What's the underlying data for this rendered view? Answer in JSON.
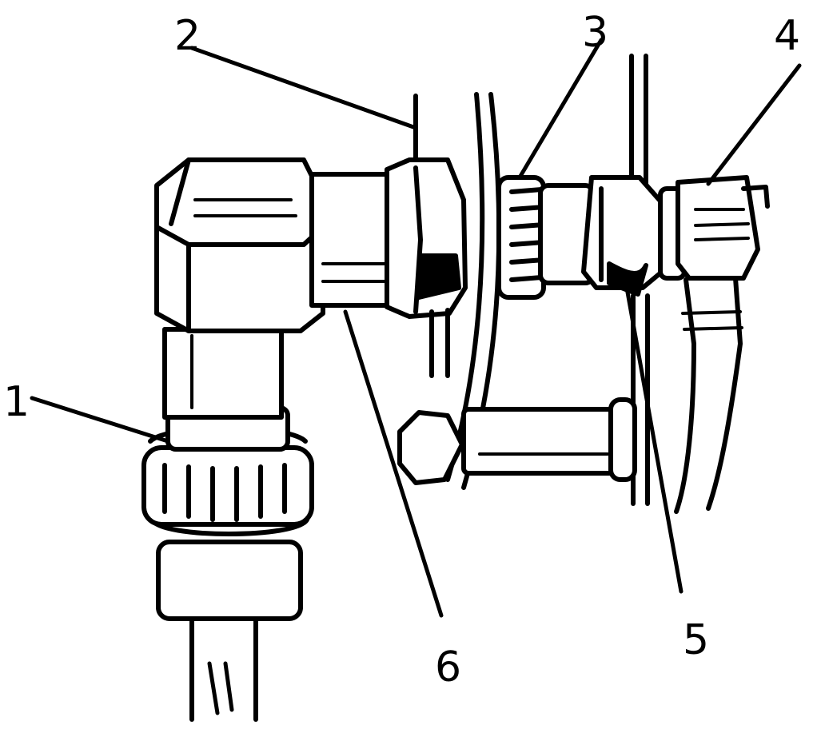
{
  "figure": {
    "ink_color": "#000000",
    "paper_color": "#ffffff",
    "callouts": [
      {
        "id": "1",
        "label": "1"
      },
      {
        "id": "2",
        "label": "2"
      },
      {
        "id": "3",
        "label": "3"
      },
      {
        "id": "4",
        "label": "4"
      },
      {
        "id": "5",
        "label": "5"
      },
      {
        "id": "6",
        "label": "6"
      }
    ]
  }
}
